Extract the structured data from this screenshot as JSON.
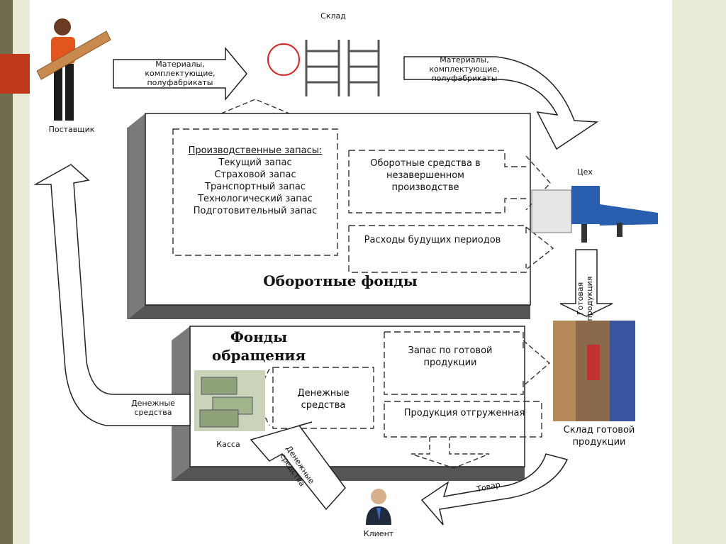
{
  "nodes": {
    "supplier": "Поставщик",
    "warehouse": "Склад",
    "workshop": "Цех",
    "finished_warehouse": "Склад готовой продукции",
    "cashbox": "Касса",
    "client": "Клиент"
  },
  "flows": {
    "materials_in": "Материалы, комплектующие, полуфабрикаты",
    "materials_out": "Материалы, комплектующие, полуфабрикаты",
    "finished_goods": "Готовая продукция",
    "money_to_supplier": "Денежные средства",
    "money_from_client": "Денежные средства",
    "goods": "Товар"
  },
  "circulating_assets": {
    "title": "Оборотные фонды",
    "production_stock_heading": "Производственные запасы:",
    "production_stock_items": [
      "Текущий запас",
      "Страховой запас",
      "Транспортный запас",
      "Технологический запас",
      "Подготовительный запас"
    ],
    "work_in_progress": "Оборотные средства в незавершенном производстве",
    "deferred_expenses": "Расходы будущих периодов"
  },
  "circulation_funds": {
    "title": "Фонды обращения",
    "cash": "Денежные средства",
    "finished_stock": "Запас по готовой продукции",
    "shipped_products": "Продукция отгруженная"
  }
}
